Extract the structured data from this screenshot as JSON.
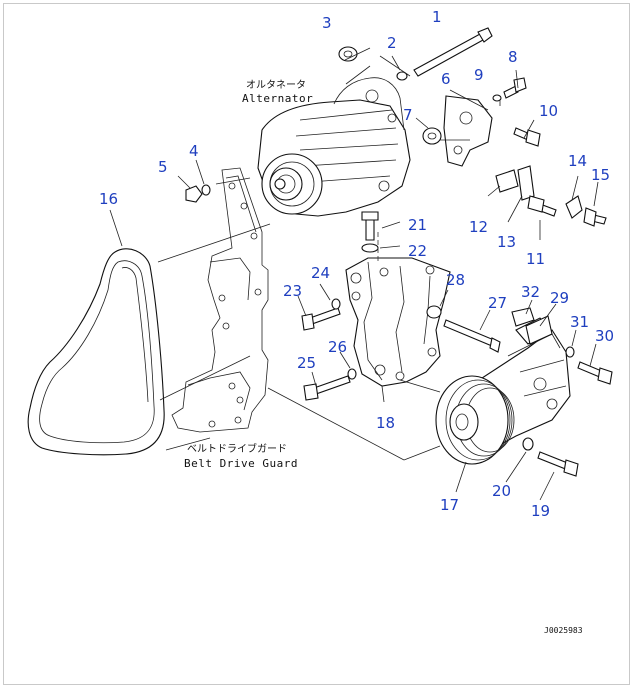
{
  "diagram": {
    "callout_color": "#1f3fbf",
    "line_color": "#111111",
    "labels": {
      "alternator_jp": "オルタネータ",
      "alternator_en": "Alternator",
      "guard_jp": "ベルトドライブガード",
      "guard_en": "Belt Drive Guard"
    },
    "figure_number": "J0025983",
    "callouts": [
      {
        "n": "1"
      },
      {
        "n": "2"
      },
      {
        "n": "3"
      },
      {
        "n": "4"
      },
      {
        "n": "5"
      },
      {
        "n": "6"
      },
      {
        "n": "7"
      },
      {
        "n": "8"
      },
      {
        "n": "9"
      },
      {
        "n": "10"
      },
      {
        "n": "11"
      },
      {
        "n": "12"
      },
      {
        "n": "13"
      },
      {
        "n": "14"
      },
      {
        "n": "15"
      },
      {
        "n": "16"
      },
      {
        "n": "17"
      },
      {
        "n": "18"
      },
      {
        "n": "19"
      },
      {
        "n": "20"
      },
      {
        "n": "21"
      },
      {
        "n": "22"
      },
      {
        "n": "23"
      },
      {
        "n": "24"
      },
      {
        "n": "25"
      },
      {
        "n": "26"
      },
      {
        "n": "27"
      },
      {
        "n": "28"
      },
      {
        "n": "29"
      },
      {
        "n": "30"
      },
      {
        "n": "31"
      },
      {
        "n": "32"
      }
    ]
  }
}
